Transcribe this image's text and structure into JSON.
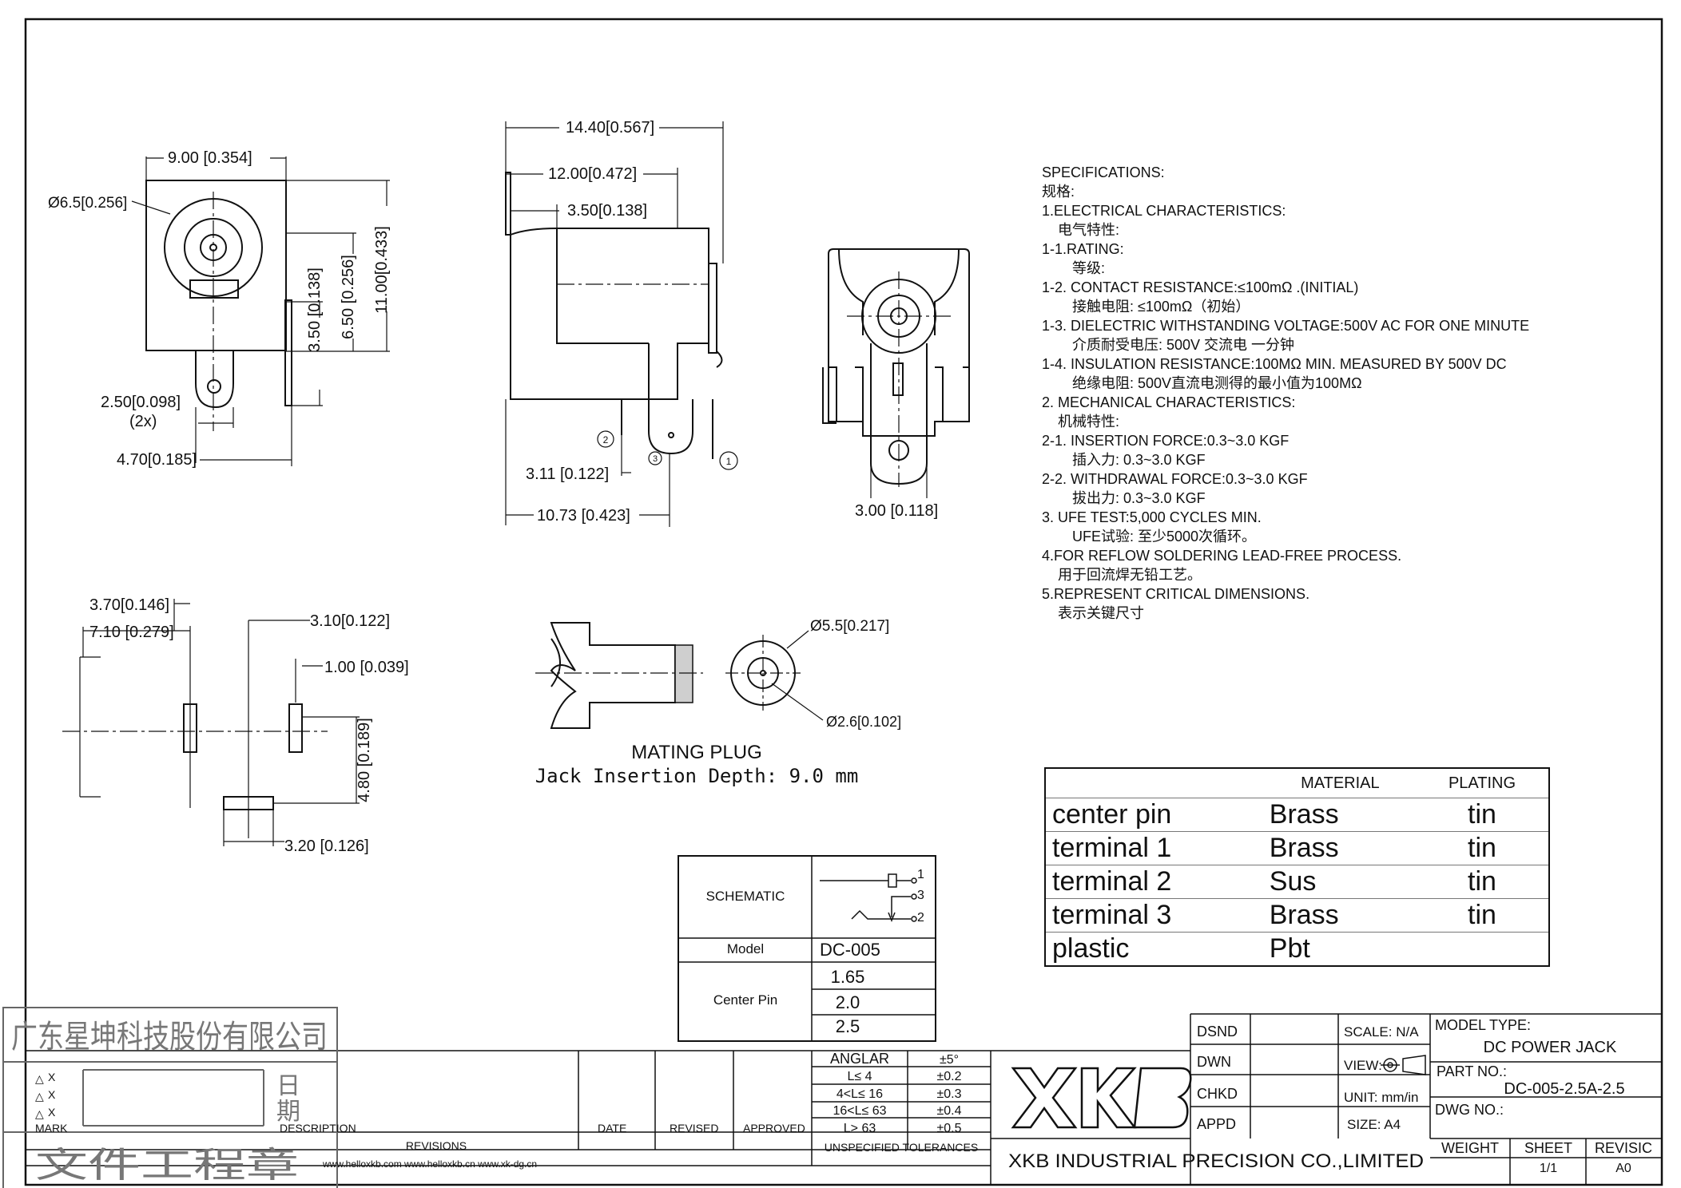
{
  "dimensions": {
    "front_width": "9.00 [0.354]",
    "front_dia": "Ø6.5[0.256]",
    "front_h1": "11.00[0.433]",
    "front_h2": "6.50 [0.256]",
    "front_h3": "3.50 [0.138]",
    "front_pin": "2.50[0.098]",
    "front_pin_count": "(2x)",
    "front_pin_pos": "4.70[0.185]",
    "side_total": "14.40[0.567]",
    "side_body": "12.00[0.472]",
    "side_flange": "3.50[0.138]",
    "side_pin3": "3.11 [0.122]",
    "side_bottom": "10.73 [0.423]",
    "rear_pin": "3.00 [0.118]",
    "pcb_a": "3.70[0.146]",
    "pcb_b": "7.10 [0.279]",
    "pcb_c": "3.10[0.122]",
    "pcb_d": "1.00 [0.039]",
    "pcb_e": "4.80 [0.189]",
    "pcb_f": "3.20 [0.126]",
    "plug_od": "Ø5.5[0.217]",
    "plug_id": "Ø2.6[0.102]"
  },
  "pin_labels": [
    "1",
    "2",
    "3"
  ],
  "mating_plug": {
    "title": "MATING PLUG",
    "subtitle": "Jack Insertion Depth: 9.0 mm"
  },
  "specifications": [
    {
      "text": "SPECIFICATIONS:",
      "indent": 0
    },
    {
      "text": "规格:",
      "indent": 0
    },
    {
      "text": "1.ELECTRICAL CHARACTERISTICS:",
      "indent": 0
    },
    {
      "text": "电气特性:",
      "indent": 1
    },
    {
      "text": "1-1.RATING:",
      "indent": 0
    },
    {
      "text": "等级:",
      "indent": 2
    },
    {
      "text": "1-2. CONTACT RESISTANCE:≤100mΩ .(INITIAL)",
      "indent": 0
    },
    {
      "text": "接触电阻: ≤100mΩ（初始）",
      "indent": 2
    },
    {
      "text": "1-3. DIELECTRIC WITHSTANDING VOLTAGE:500V AC FOR ONE MINUTE",
      "indent": 0
    },
    {
      "text": "介质耐受电压: 500V 交流电  一分钟",
      "indent": 2
    },
    {
      "text": "1-4. INSULATION RESISTANCE:100MΩ MIN. MEASURED BY 500V DC",
      "indent": 0
    },
    {
      "text": "绝缘电阻: 500V直流电测得的最小值为100MΩ",
      "indent": 2
    },
    {
      "text": "2. MECHANICAL CHARACTERISTICS:",
      "indent": 0
    },
    {
      "text": "机械特性:",
      "indent": 1
    },
    {
      "text": "2-1. INSERTION FORCE:0.3~3.0 KGF",
      "indent": 0
    },
    {
      "text": "插入力: 0.3~3.0 KGF",
      "indent": 2
    },
    {
      "text": "2-2. WITHDRAWAL FORCE:0.3~3.0 KGF",
      "indent": 0
    },
    {
      "text": "拔出力: 0.3~3.0 KGF",
      "indent": 2
    },
    {
      "text": "3. UFE TEST:5,000 CYCLES MIN.",
      "indent": 0
    },
    {
      "text": "UFE试验: 至少5000次循环。",
      "indent": 2
    },
    {
      "text": "4.FOR REFLOW SOLDERING LEAD-FREE PROCESS.",
      "indent": 0
    },
    {
      "text": "用于回流焊无铅工艺。",
      "indent": 1
    },
    {
      "text": "5.REPRESENT CRITICAL DIMENSIONS.",
      "indent": 0
    },
    {
      "text": "表示关键尺寸",
      "indent": 1
    }
  ],
  "materials": {
    "headers": [
      "",
      "MATERIAL",
      "PLATING"
    ],
    "rows": [
      [
        "center pin",
        "Brass",
        "tin"
      ],
      [
        "terminal 1",
        "Brass",
        "tin"
      ],
      [
        "terminal 2",
        "Sus",
        "tin"
      ],
      [
        "terminal 3",
        "Brass",
        "tin"
      ],
      [
        "plastic",
        "Pbt",
        ""
      ]
    ]
  },
  "schematic": {
    "label": "SCHEMATIC",
    "model_label": "Model",
    "model_value": "DC-005",
    "center_pin_label": "Center Pin",
    "center_pin_values": [
      "1.65",
      "2.0",
      "2.5"
    ],
    "terminals": [
      "1",
      "3",
      "2"
    ]
  },
  "stamp": {
    "company": "广东星坤科技股份有限公司",
    "date_chars": [
      "日",
      "期"
    ],
    "bottom": "文件工程章",
    "mark_rows": [
      "X",
      "X",
      "X"
    ]
  },
  "revisions": {
    "mark": "MARK",
    "description": "DESCRIPTION",
    "date": "DATE",
    "revised": "REVISED",
    "approved": "APPROVED",
    "title": "REVISIONS",
    "websites": "www.helloxkb.com    www.helloxkb.cn   www.xk-dg.cn"
  },
  "tolerances": {
    "header": [
      "ANGLAR",
      "±5°"
    ],
    "rows": [
      [
        "L≤  4",
        "±0.2"
      ],
      [
        "4<L≤  16",
        "±0.3"
      ],
      [
        "16<L≤  63",
        "±0.4"
      ],
      [
        "L>  63",
        "±0.5"
      ]
    ],
    "footer": "UNSPECIFIED TOLERANCES"
  },
  "company": {
    "logo": "XKB",
    "name": "XKB INDUSTRIAL PRECISION CO.,LIMITED"
  },
  "title_block": {
    "dsnd": "DSND",
    "dwn": "DWN",
    "chkd": "CHKD",
    "appd": "APPD",
    "scale": "SCALE: N/A",
    "view": "VIEW:",
    "unit": "UNIT: mm/in",
    "size": "SIZE: A4",
    "model_type_label": "MODEL TYPE:",
    "model_type": "DC POWER JACK",
    "part_no_label": "PART NO.:",
    "part_no": "DC-005-2.5A-2.5",
    "dwg_no_label": "DWG NO.:",
    "weight": "WEIGHT",
    "sheet": "SHEET",
    "revision": "REVISIC",
    "sheet_value": "1/1",
    "revision_value": "A0"
  }
}
